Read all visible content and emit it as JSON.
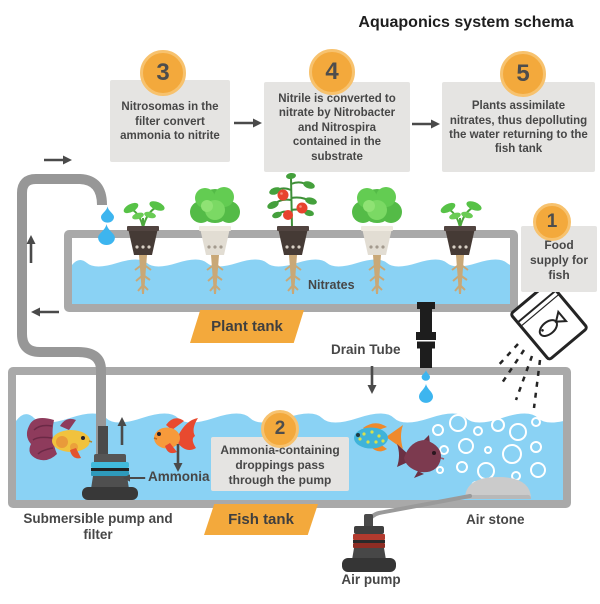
{
  "title": "Aquaponics system schema",
  "steps": {
    "s1": {
      "num": "1",
      "text": "Food supply for fish"
    },
    "s2": {
      "num": "2",
      "text": "Ammonia-containing droppings pass through the pump"
    },
    "s3": {
      "num": "3",
      "text": "Nitrosomas in the filter convert ammonia to nitrite"
    },
    "s4": {
      "num": "4",
      "text": "Nitrile is converted to nitrate by Nitrobacter and Nitrospira contained in the substrate"
    },
    "s5": {
      "num": "5",
      "text": "Plants assimilate nitrates, thus depolluting the water returning to the fish tank"
    }
  },
  "labels": {
    "nitrates": "Nitrates",
    "plant_tank": "Plant tank",
    "drain_tube": "Drain Tube",
    "ammonia": "Ammonia",
    "fish_tank": "Fish tank",
    "submersible_pump": "Submersible pump and filter",
    "air_stone": "Air stone",
    "air_pump": "Air pump"
  },
  "icons": {
    "flow_arrow": "→",
    "water_drop": "teardrop shape",
    "fish_food_packet": "tilted packet with fish outline and falling dashes",
    "plants": [
      "seedling",
      "lettuce",
      "tomato",
      "lettuce",
      "seedling"
    ],
    "fish": [
      "guppy",
      "goldfish",
      "blue-spotted-fish",
      "dark-fish"
    ]
  },
  "colors": {
    "accent_orange": "#F3A93C",
    "accent_orange_light": "#F7C26E",
    "box_gray": "#E5E4E2",
    "text_dark": "#474747",
    "title_dark": "#1E1E1E",
    "water_blue": "#8AD2F4",
    "drop_blue": "#3DB5EF",
    "tank_border": "#A9A9A9",
    "pipe_gray": "#979797",
    "tube_black": "#1D1D1D"
  }
}
